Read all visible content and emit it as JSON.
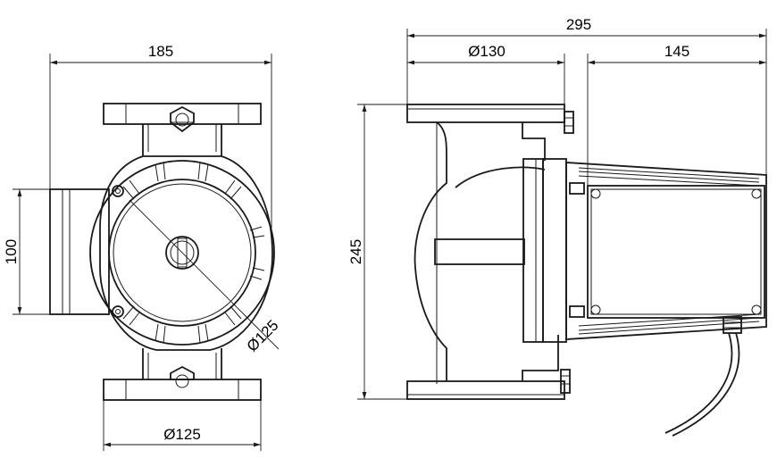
{
  "dimensions": {
    "front_width": "185",
    "flange_diameter_bottom": "Ø125",
    "inlet_height": "100",
    "motor_diameter": "Ø125",
    "total_height": "245",
    "total_length": "295",
    "body_diameter": "Ø130",
    "terminal_box_length": "145"
  }
}
